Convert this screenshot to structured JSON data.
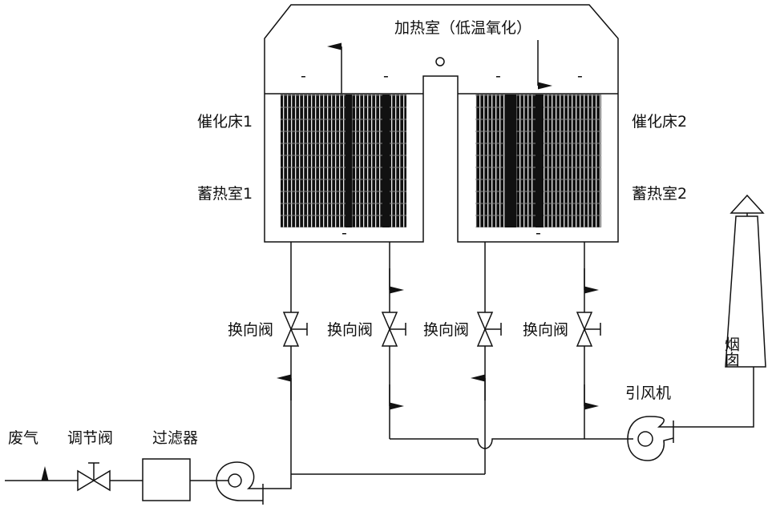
{
  "title": "加热室（低温氧化）",
  "labels": {
    "catalytic_bed_1": "催化床1",
    "regenerator_1": "蓄热室1",
    "catalytic_bed_2": "催化床2",
    "regenerator_2": "蓄热室2",
    "reversing_valve": "换向阀",
    "exhaust_gas": "废气",
    "regulating_valve": "调节阀",
    "filter": "过滤器",
    "induced_fan": "引风机",
    "chimney": "烟囱"
  }
}
